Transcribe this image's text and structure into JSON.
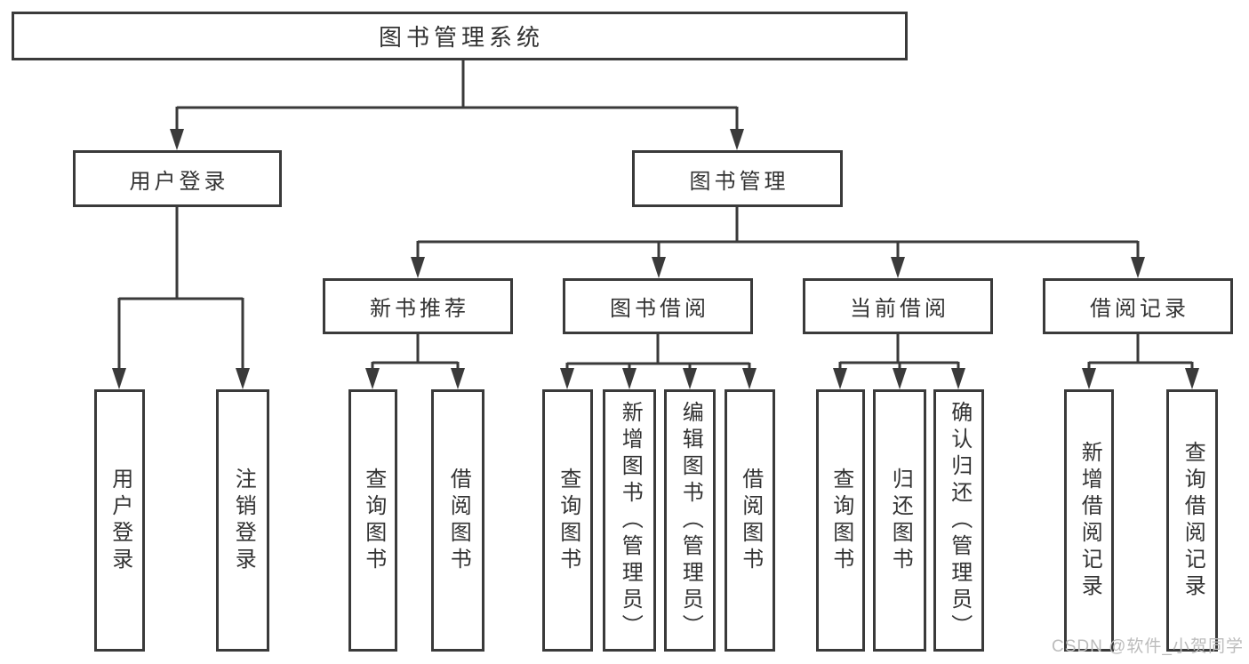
{
  "diagram": {
    "type": "hierarchy-tree",
    "watermark": "CSDN @软件_小贺同学",
    "colors": {
      "line": "#3a3a3a",
      "box_border": "#3a3a3a",
      "box_fill": "#ffffff",
      "text": "#333333",
      "watermark": "#bcbcbc",
      "background": "#ffffff"
    },
    "nodes": {
      "root": "图书管理系统",
      "login": "用户登录",
      "mgmt": "图书管理",
      "recommend": "新书推荐",
      "borrow": "图书借阅",
      "current": "当前借阅",
      "records": "借阅记录",
      "leaf_user_login": "用户登录",
      "leaf_logout": "注销登录",
      "leaf_rec_query": "查询图书",
      "leaf_rec_borrow": "借阅图书",
      "leaf_bor_query": "查询图书",
      "leaf_bor_add": "新增图书（管理员）",
      "leaf_bor_edit": "编辑图书（管理员）",
      "leaf_bor_borrow": "借阅图书",
      "leaf_cur_query": "查询图书",
      "leaf_cur_return": "归还图书",
      "leaf_cur_confirm": "确认归还（管理员）",
      "leaf_rrec_add": "新增借阅记录",
      "leaf_rrec_query": "查询借阅记录"
    },
    "edges": [
      {
        "from": "root",
        "to": "login"
      },
      {
        "from": "root",
        "to": "mgmt"
      },
      {
        "from": "login",
        "to": "leaf_user_login"
      },
      {
        "from": "login",
        "to": "leaf_logout"
      },
      {
        "from": "mgmt",
        "to": "recommend"
      },
      {
        "from": "mgmt",
        "to": "borrow"
      },
      {
        "from": "mgmt",
        "to": "current"
      },
      {
        "from": "mgmt",
        "to": "records"
      },
      {
        "from": "recommend",
        "to": "leaf_rec_query"
      },
      {
        "from": "recommend",
        "to": "leaf_rec_borrow"
      },
      {
        "from": "borrow",
        "to": "leaf_bor_query"
      },
      {
        "from": "borrow",
        "to": "leaf_bor_add"
      },
      {
        "from": "borrow",
        "to": "leaf_bor_edit"
      },
      {
        "from": "borrow",
        "to": "leaf_bor_borrow"
      },
      {
        "from": "current",
        "to": "leaf_cur_query"
      },
      {
        "from": "current",
        "to": "leaf_cur_return"
      },
      {
        "from": "current",
        "to": "leaf_cur_confirm"
      },
      {
        "from": "records",
        "to": "leaf_rrec_add"
      },
      {
        "from": "records",
        "to": "leaf_rrec_query"
      }
    ]
  }
}
